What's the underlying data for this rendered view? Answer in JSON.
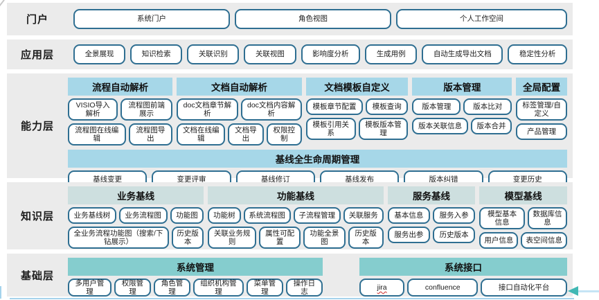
{
  "colors": {
    "row_background": "#ebebeb",
    "button_border": "#2e6e91",
    "capability_header": "#a6d7e8",
    "knowledge_header": "#cddfdf",
    "foundation_header": "#85cdce",
    "bottom_line": "#a5d3ec",
    "arrow": "#41b8b4"
  },
  "layers": {
    "portal": {
      "label": "门户",
      "items": [
        "系统门户",
        "角色视图",
        "个人工作空间"
      ]
    },
    "application": {
      "label": "应用层",
      "items": [
        "全景展现",
        "知识检索",
        "关联识别",
        "关联视图",
        "影响度分析",
        "生成用例",
        "自动生成导出文档",
        "稳定性分析"
      ]
    },
    "capability": {
      "label": "能力层",
      "groups": [
        {
          "title": "流程自动解析",
          "rows": [
            [
              "VISIO导入解析",
              "流程图前端展示"
            ],
            [
              "流程图在线编辑",
              "流程图导出"
            ]
          ]
        },
        {
          "title": "文档自动解析",
          "rows": [
            [
              "doc文档章节解析",
              "doc文档内容解析"
            ],
            [
              "文档在线编辑",
              "文档导出",
              "权限控制"
            ]
          ]
        },
        {
          "title": "文档模板自定义",
          "rows": [
            [
              "模板章节配置",
              "模板查询"
            ],
            [
              "模板引用关系",
              "模板版本管理"
            ]
          ]
        },
        {
          "title": "版本管理",
          "rows": [
            [
              "版本管理",
              "版本比对"
            ],
            [
              "版本关联信息",
              "版本合并"
            ]
          ]
        },
        {
          "title": "全局配置",
          "rows": [
            [
              "标签管理/自定义"
            ],
            [
              "产品管理"
            ]
          ]
        }
      ],
      "baseline": {
        "title": "基线全生命周期管理",
        "items": [
          "基线变更",
          "变更评审",
          "基线修订",
          "基线发布",
          "版本纠错",
          "变更历史"
        ]
      }
    },
    "knowledge": {
      "label": "知识层",
      "groups": [
        {
          "title": "业务基线",
          "rows": [
            [
              "业务基线树",
              "业务流程图",
              "功能图"
            ],
            [
              {
                "label": "全业务流程功能图（搜索/下钻展示）",
                "wide": true
              },
              "历史版本"
            ]
          ]
        },
        {
          "title": "功能基线",
          "rows": [
            [
              "功能树",
              "系统流程图",
              "子流程管理",
              "关联服务"
            ],
            [
              "关联业务规则",
              "属性可配置",
              "功能全景图",
              "历史版本"
            ]
          ]
        },
        {
          "title": "服务基线",
          "rows": [
            [
              "基本信息",
              "服务入参"
            ],
            [
              "服务出参",
              "历史版本"
            ]
          ]
        },
        {
          "title": "模型基线",
          "rows": [
            [
              "模型基本信息",
              "数据库信息"
            ],
            [
              "用户信息",
              "表空间信息"
            ]
          ]
        }
      ]
    },
    "foundation": {
      "label": "基础层",
      "groups": [
        {
          "title": "系统管理",
          "items": [
            "多用户管理",
            "权限管理",
            "角色管理",
            "组织机构管理",
            "菜单管理",
            "操作日志"
          ]
        },
        {
          "title": "系统接口",
          "items": [
            {
              "label": "jira",
              "spellcheck": true
            },
            "confluence",
            "接口自动化平台"
          ]
        }
      ]
    }
  }
}
